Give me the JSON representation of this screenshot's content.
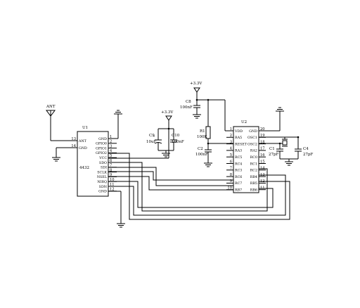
{
  "antenna": {
    "label": "ANT"
  },
  "u1": {
    "ref": "U1",
    "part": "4432",
    "left_pins": [
      {
        "num": "13",
        "name": "ANT"
      },
      {
        "num": "14",
        "name": "GND"
      }
    ],
    "right_pins": [
      {
        "num": "1",
        "name": "GND"
      },
      {
        "num": "2",
        "name": "GPIO0"
      },
      {
        "num": "3",
        "name": "GPIO1"
      },
      {
        "num": "4",
        "name": "GPIO2"
      },
      {
        "num": "5",
        "name": "VCC"
      },
      {
        "num": "6",
        "name": "SDO"
      },
      {
        "num": "7",
        "name": "SDI"
      },
      {
        "num": "8",
        "name": "SCLK"
      },
      {
        "num": "9",
        "name": "NSEL"
      },
      {
        "num": "10",
        "name": "NIRQ"
      },
      {
        "num": "11",
        "name": "SDN"
      },
      {
        "num": "12",
        "name": "GND"
      }
    ]
  },
  "u2": {
    "ref": "U2",
    "left_pins": [
      {
        "num": "1",
        "name": "VDD"
      },
      {
        "num": "2",
        "name": "RA5"
      },
      {
        "num": "3",
        "name": "RESET"
      },
      {
        "num": "4",
        "name": "RA3"
      },
      {
        "num": "5",
        "name": "RC5"
      },
      {
        "num": "6",
        "name": "RC4"
      },
      {
        "num": "7",
        "name": "RC3"
      },
      {
        "num": "8",
        "name": "RC6"
      },
      {
        "num": "9",
        "name": "RC7"
      },
      {
        "num": "10",
        "name": "RB7"
      }
    ],
    "right_pins": [
      {
        "num": "20",
        "name": "GND"
      },
      {
        "num": "19",
        "name": "OSC1"
      },
      {
        "num": "18",
        "name": "OSC2"
      },
      {
        "num": "17",
        "name": "RA2"
      },
      {
        "num": "16",
        "name": "RC0"
      },
      {
        "num": "15",
        "name": "RC1"
      },
      {
        "num": "14",
        "name": "RC2"
      },
      {
        "num": "13",
        "name": "RB4"
      },
      {
        "num": "12",
        "name": "RB5"
      },
      {
        "num": "11",
        "name": "RB6"
      }
    ]
  },
  "power": {
    "u1_supply": "+3.3V",
    "u2_supply": "+3.3V"
  },
  "c8": {
    "ref": "C8",
    "value": "100nF"
  },
  "c9": {
    "ref": "C9",
    "value": "10uF"
  },
  "c10": {
    "ref": "C10",
    "value": "100nF"
  },
  "r1": {
    "ref": "R1",
    "value": "100K"
  },
  "c2": {
    "ref": "C2",
    "value": "100nF"
  },
  "c1": {
    "ref": "C1",
    "value": "27pF"
  },
  "c4": {
    "ref": "C4",
    "value": "27pF"
  },
  "crystal": {
    "ref": "Y1"
  }
}
